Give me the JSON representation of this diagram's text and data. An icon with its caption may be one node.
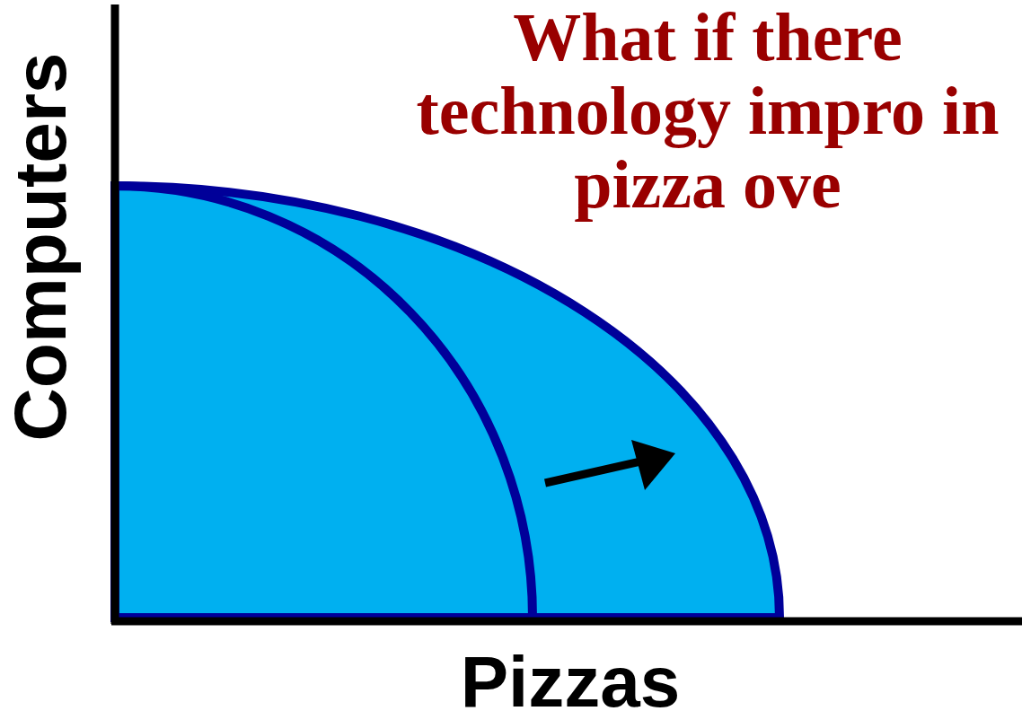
{
  "diagram": {
    "title": "What if there technology impro in pizza ove",
    "labels": [
      "Computers",
      "Pizzas"
    ]
  }
}
